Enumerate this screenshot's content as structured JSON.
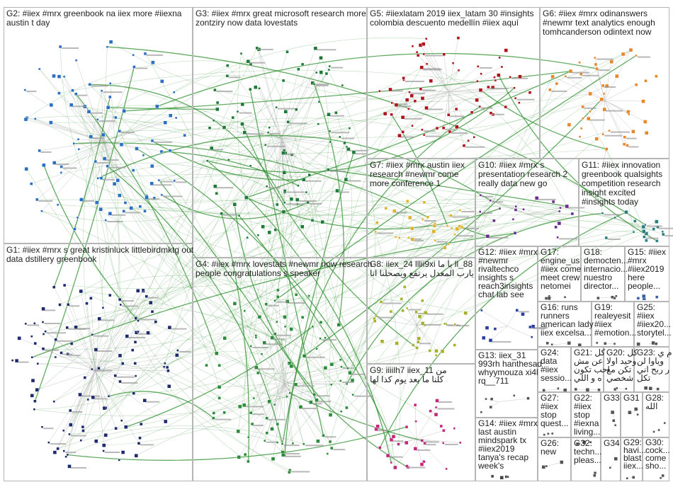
{
  "graph": {
    "groups": [
      {
        "id": "G1",
        "lines": [
          "G1: #iiex #mrx s great kristinluck littlebirdmktg out",
          "data dstillery greenbook"
        ],
        "color": "#1d2a6b"
      },
      {
        "id": "G2",
        "lines": [
          "G2: #iiex #mrx greenbook na iiex more #iiexna",
          "austin t day"
        ],
        "color": "#2a6fc4"
      },
      {
        "id": "G3",
        "lines": [
          "G3: #iiex #mrx great microsoft research more",
          "zontziry now data lovestats"
        ],
        "color": "#1f7a3a"
      },
      {
        "id": "G4",
        "lines": [
          "G4: #iiex #mrx lovestats #newmr now research",
          "people congratulations s speaker"
        ],
        "color": "#2e8b3d"
      },
      {
        "id": "G5",
        "lines": [
          "G5: #iiexlatam 2019 iiex_latam 30 #insights",
          "colombia descuento medellín #iiex aquí"
        ],
        "color": "#b0121b"
      },
      {
        "id": "G6",
        "lines": [
          "G6: #iiex #mrx odinanswers",
          "#newmr text analytics enough",
          "tomhcanderson odintext now"
        ],
        "color": "#e8862a"
      },
      {
        "id": "G7",
        "lines": [
          "G7: #iiex #mrx austin iiex",
          "research #newmr come",
          "more conference 1"
        ],
        "color": "#e0b42a"
      },
      {
        "id": "G8",
        "lines": [
          "G8: iiex_24 lllii9xi يا ما ll_88",
          "يارب المعدل يرتفع ويصحلنا انا"
        ],
        "color": "#a6b32a"
      },
      {
        "id": "G9",
        "lines": [
          "G9: iiiilh7 iiex_11 من",
          "كلنا ما بعد يوم كذا لها"
        ],
        "color": "#c1277a"
      },
      {
        "id": "G10",
        "lines": [
          "G10: #iiex #mrx s",
          "presentation research 2",
          "really data new go"
        ],
        "color": "#6b2a8f"
      },
      {
        "id": "G11",
        "lines": [
          "G11: #iiex innovation",
          "greenbook qualsights",
          "competition research",
          "insight excited",
          "#insights today"
        ],
        "color": "#2a7f7f"
      },
      {
        "id": "G12",
        "lines": [
          "G12: #iiex #mrx",
          "#newmr",
          "rivaltechco",
          "insights s",
          "reach3insights",
          "chat lab see"
        ],
        "color": "#2a3f9f"
      },
      {
        "id": "G13",
        "lines": [
          "G13: iiex_31",
          "993rh hanthesad",
          "whyymouza xi4l",
          "rq__711"
        ],
        "color": "#555555"
      },
      {
        "id": "G14",
        "lines": [
          "G14: #iiex #mrx",
          "last austin",
          "mindspark tx",
          "#iiex2019",
          "tanya's recap",
          "week's"
        ],
        "color": "#444444"
      },
      {
        "id": "G15",
        "lines": [
          "G15: #iiex",
          "#mrx",
          "#iiex2019",
          "here",
          "people..."
        ],
        "color": "#3a5fa8"
      },
      {
        "id": "G16",
        "lines": [
          "G16: runs",
          "runners",
          "american lady",
          "iiex excelsa..."
        ],
        "color": "#555555"
      },
      {
        "id": "G17",
        "lines": [
          "G17:",
          "engine_us",
          "#iiex come",
          "meet crew",
          "netomei"
        ],
        "color": "#555555"
      },
      {
        "id": "G18",
        "lines": [
          "G18:",
          "democten...",
          "internacio...",
          "nuestro",
          "director..."
        ],
        "color": "#555555"
      },
      {
        "id": "G19",
        "lines": [
          "G19:",
          "realeyesit",
          "#iiex",
          "#emotion..."
        ],
        "color": "#555555"
      },
      {
        "id": "G20",
        "lines": [
          "G20: كل",
          "وحيد اولا",
          "تكن مع",
          "شخصي"
        ],
        "color": "#555555"
      },
      {
        "id": "G21",
        "lines": [
          "G21: كل",
          "عن مش",
          "احب تكون",
          "ه و اللي"
        ],
        "color": "#555555"
      },
      {
        "id": "G22",
        "lines": [
          "G22:",
          "#iiex",
          "stop",
          "#iexna",
          "living..."
        ],
        "color": "#555555"
      },
      {
        "id": "G23",
        "lines": [
          "G23: م ي",
          "وياوا لن",
          "ر ربح اني",
          "تكل"
        ],
        "color": "#555555"
      },
      {
        "id": "G24",
        "lines": [
          "G24:",
          "data",
          "#iiex",
          "sessio..."
        ],
        "color": "#555555"
      },
      {
        "id": "G25",
        "lines": [
          "G25:",
          "#iiex",
          "#iiex20...",
          "storytel..."
        ],
        "color": "#555555"
      },
      {
        "id": "G26",
        "lines": [
          "G26:",
          "new"
        ],
        "color": "#555555"
      },
      {
        "id": "G27",
        "lines": [
          "G27:",
          "#iiex",
          "stop",
          "quest..."
        ],
        "color": "#555555"
      },
      {
        "id": "G28",
        "lines": [
          "G28:",
          "الله"
        ],
        "color": "#555555"
      },
      {
        "id": "G29",
        "lines": [
          "G29:",
          "havi...",
          "blast",
          "iiex..."
        ],
        "color": "#555555"
      },
      {
        "id": "G30",
        "lines": [
          "G30:",
          "cock...",
          "come",
          "sho..."
        ],
        "color": "#555555"
      },
      {
        "id": "G31",
        "lines": [
          "G31"
        ],
        "color": "#555555"
      },
      {
        "id": "G32",
        "lines": [
          "G32:",
          "techn...",
          "pleas..."
        ],
        "color": "#555555"
      },
      {
        "id": "G33",
        "lines": [
          "G33"
        ],
        "color": "#555555"
      },
      {
        "id": "G34",
        "lines": [
          "G34"
        ],
        "color": "#555555"
      }
    ],
    "edge_color": "#2f8f2f",
    "panel_border_color": "#b5b5b5"
  }
}
